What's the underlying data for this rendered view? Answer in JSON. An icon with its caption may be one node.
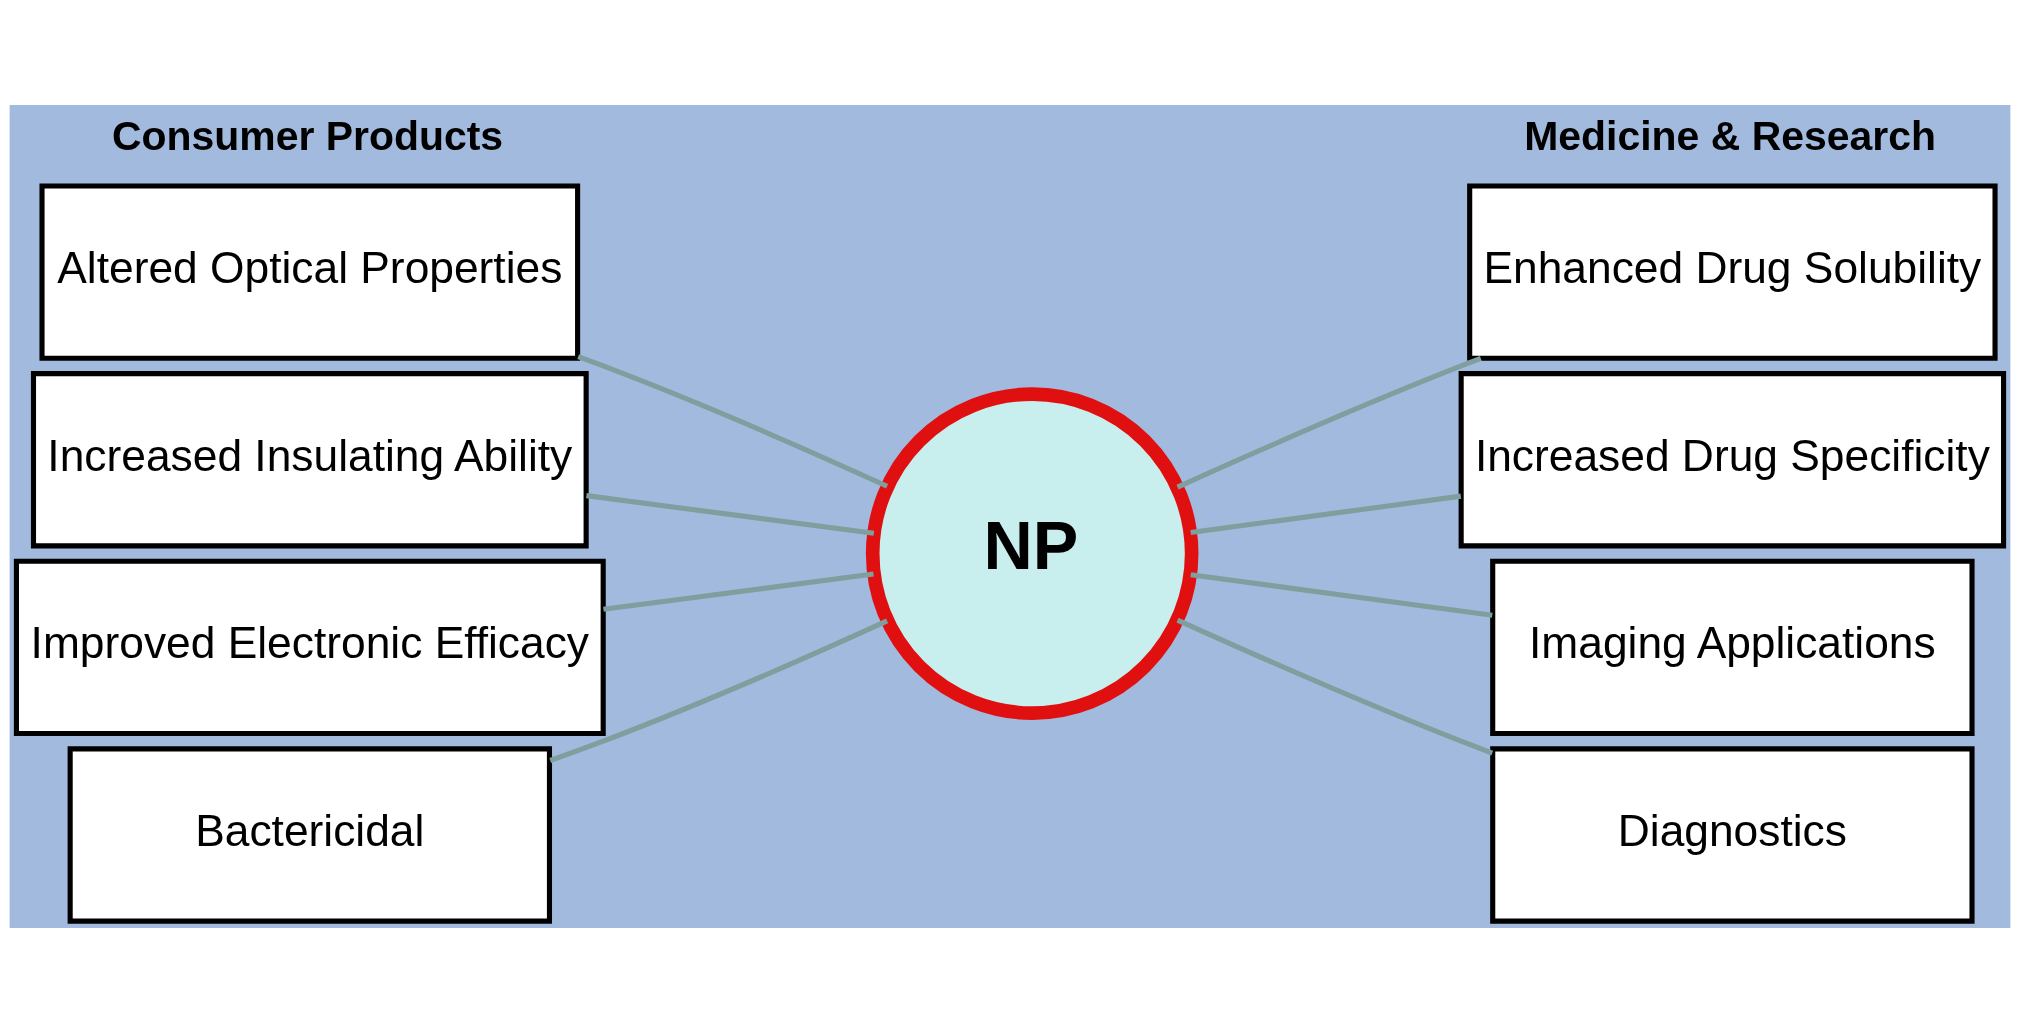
{
  "diagram": {
    "nodes": [
      {
        "text": [
          "Altered Optical Properties"
        ]
      },
      {
        "text": [
          "Increased Insulating Ability"
        ]
      },
      {
        "text": [
          "Improved Electronic Efficacy"
        ]
      },
      {
        "text": [
          "Bactericidal"
        ]
      },
      {
        "text": [
          "NP"
        ]
      },
      {
        "text": [
          "Enhanced Drug Solubility"
        ]
      },
      {
        "text": [
          "Increased Drug Specificity"
        ]
      },
      {
        "text": [
          "Imaging Applications"
        ]
      },
      {
        "text": [
          "Diagnostics"
        ]
      }
    ],
    "edges": [
      {
        "from": 0,
        "to": 4,
        "arrow": "none"
      },
      {
        "from": 1,
        "to": 4,
        "arrow": "none"
      },
      {
        "from": 2,
        "to": 4,
        "arrow": "none"
      },
      {
        "from": 3,
        "to": 4,
        "arrow": "none"
      },
      {
        "from": 4,
        "to": 5,
        "arrow": "none"
      },
      {
        "from": 4,
        "to": 6,
        "arrow": "none"
      },
      {
        "from": 4,
        "to": 7,
        "arrow": "none"
      },
      {
        "from": 4,
        "to": 8,
        "arrow": "none"
      }
    ],
    "labels": [
      "Consumer Products",
      "Medicine & Research"
    ]
  }
}
